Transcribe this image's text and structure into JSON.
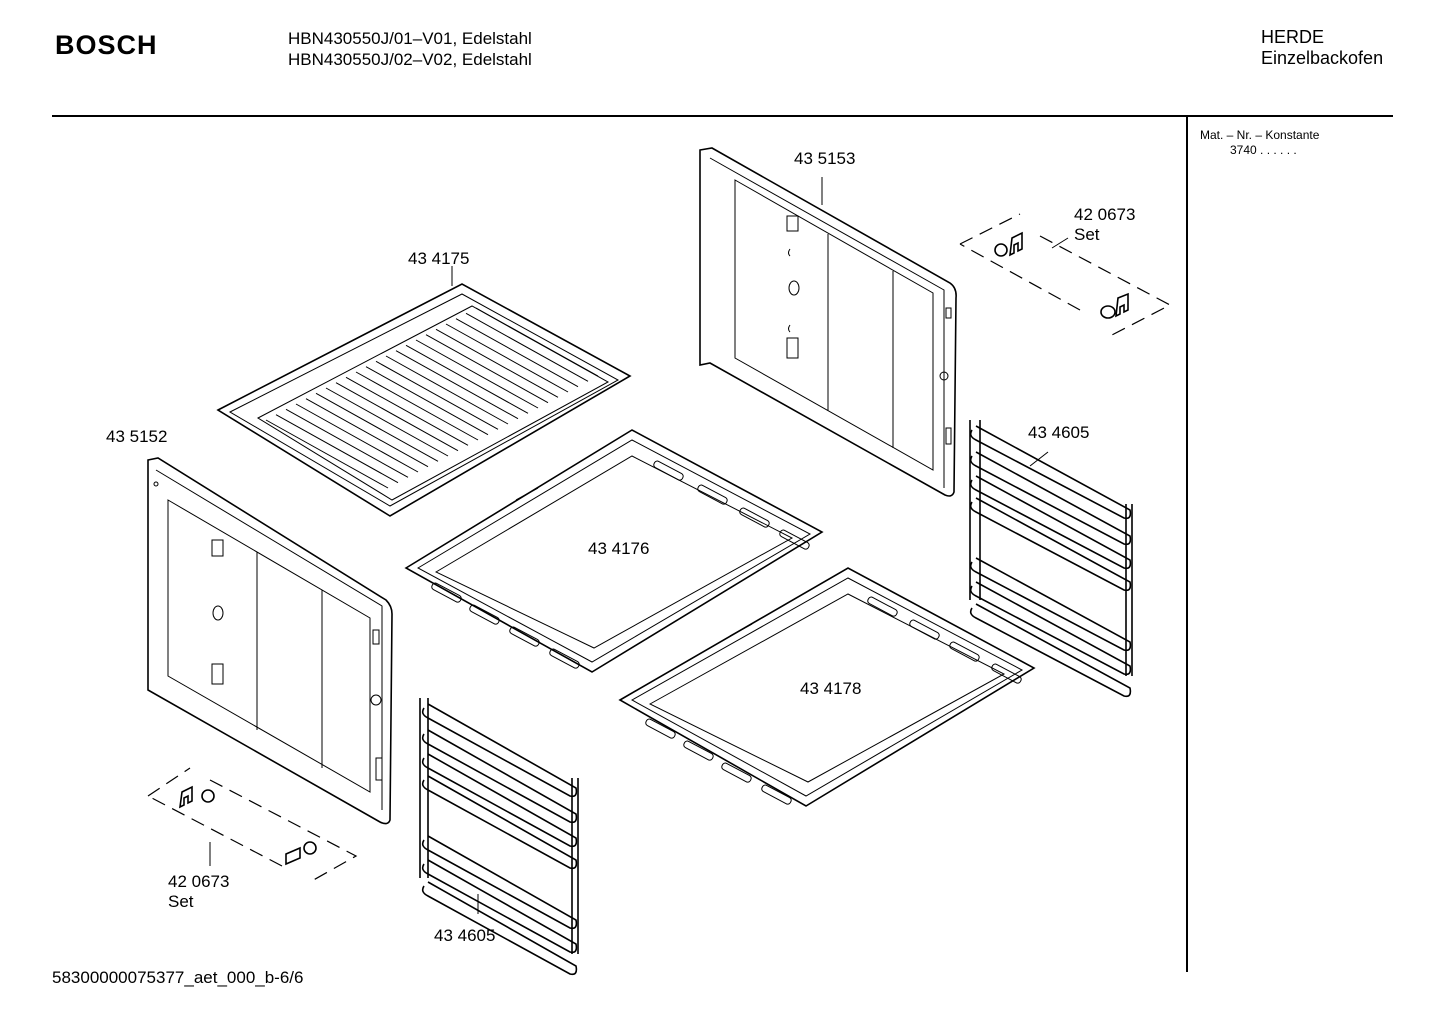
{
  "header": {
    "brand": "BOSCH",
    "models": [
      "HBN430550J/01–V01, Edelstahl",
      "HBN430550J/02–V02, Edelstahl"
    ],
    "category": [
      "HERDE",
      "Einzelbackofen"
    ]
  },
  "side_panel": {
    "title": "Mat. – Nr. – Konstante",
    "value": "3740 . . . . . ."
  },
  "parts": {
    "side_panel_right": "43 5153",
    "hinge_set_top": {
      "number": "42 0673",
      "set": "Set"
    },
    "grid_shelf": "43 4175",
    "side_panel_left": "43 5152",
    "rack_right": "43 4605",
    "baking_tray": "43 4176",
    "deep_tray": "43 4178",
    "hinge_set_bottom": {
      "number": "42 0673",
      "set": "Set"
    },
    "rack_left": "43 4605"
  },
  "footer": "58300000075377_aet_000_b-6/6"
}
